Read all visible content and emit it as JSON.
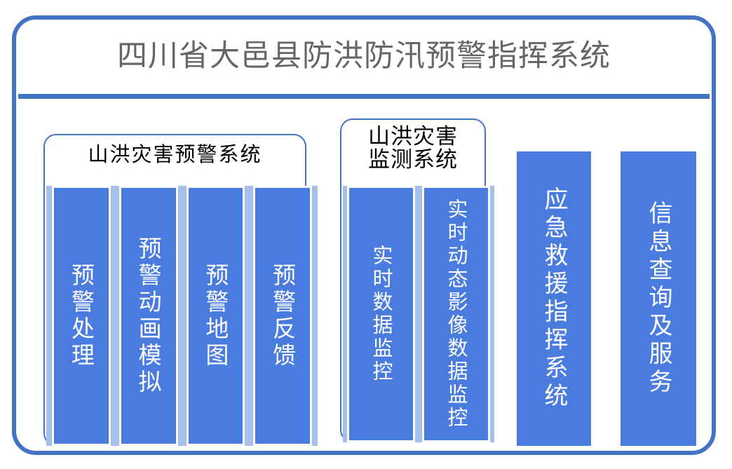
{
  "header": {
    "title": "四川省大邑县防洪防汛预警指挥系统"
  },
  "colors": {
    "frame_border": "#4472c4",
    "title_text": "#666666",
    "chip_fill": "#4a7ce0",
    "tray_fill": "#a6c0ee",
    "panel_border": "#4472c4",
    "panel_title_text": "#000000",
    "chip_text": "#ffffff"
  },
  "panels": [
    {
      "id": "warning",
      "title": "山洪灾害预警系统",
      "items": [
        {
          "label": "预警处理"
        },
        {
          "label": "预警动画模拟"
        },
        {
          "label": "预警地图"
        },
        {
          "label": "预警反馈"
        }
      ]
    },
    {
      "id": "monitor",
      "title_line1": "山洪灾害",
      "title_line2": "监测系统",
      "title": "山洪灾害监测系统",
      "items": [
        {
          "label": "实时数据监控"
        },
        {
          "label": "实时动态影像数据监控"
        }
      ]
    }
  ],
  "standalone": [
    {
      "id": "rescue",
      "label": "应急救援指挥系统"
    },
    {
      "id": "info",
      "label": "信息查询及服务"
    }
  ]
}
